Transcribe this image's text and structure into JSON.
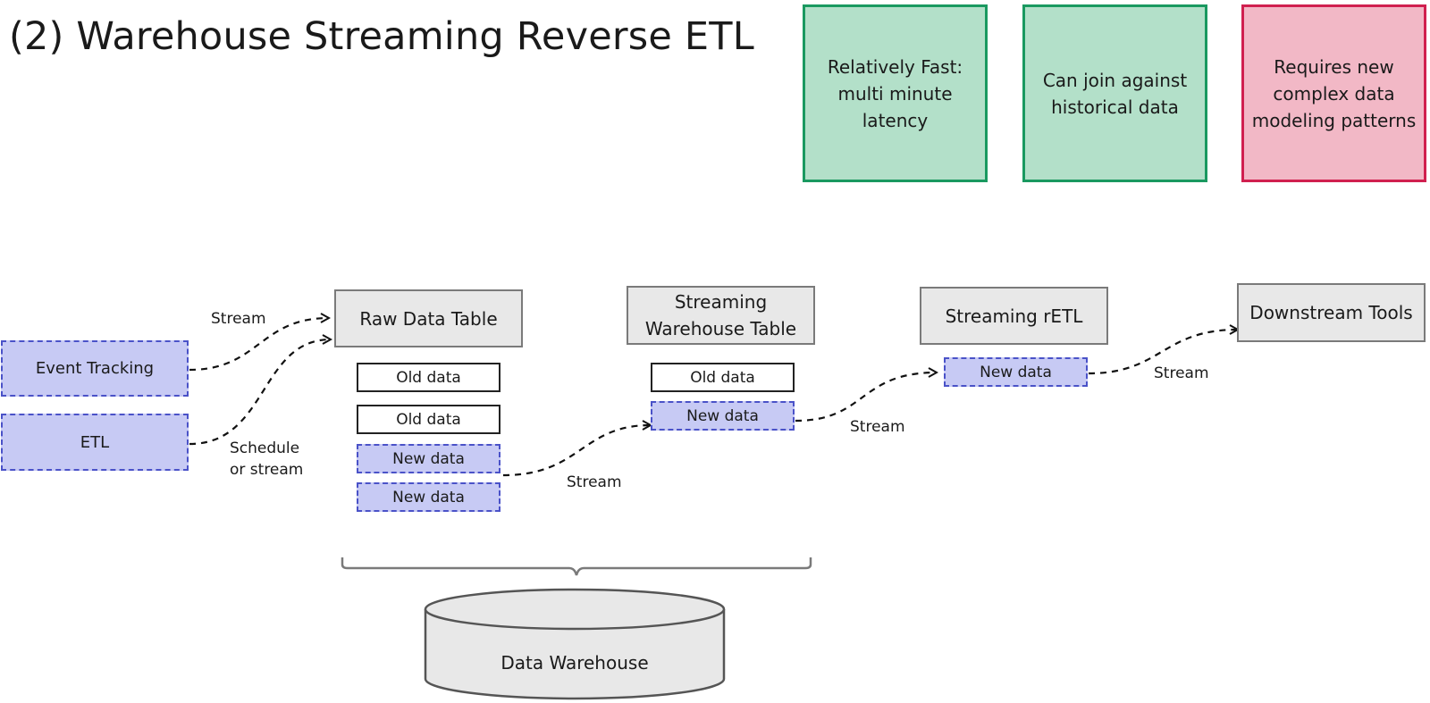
{
  "title": "(2) Warehouse Streaming Reverse ETL",
  "notes": [
    {
      "text": "Relatively Fast:\nmulti minute\nlatency",
      "kind": "pro"
    },
    {
      "text": "Can join against\nhistorical data",
      "kind": "pro"
    },
    {
      "text": "Requires new\ncomplex data\nmodeling patterns",
      "kind": "con"
    }
  ],
  "sources": {
    "event_tracking": "Event Tracking",
    "etl": "ETL"
  },
  "stages": {
    "raw_data_table": "Raw Data Table",
    "streaming_warehouse_table": "Streaming\nWarehouse Table",
    "streaming_retl": "Streaming rETL",
    "downstream_tools": "Downstream Tools"
  },
  "rows": {
    "old": "Old data",
    "new": "New data"
  },
  "edge_labels": {
    "stream": "Stream",
    "schedule_or_stream": "Schedule\nor stream"
  },
  "data_warehouse": "Data Warehouse",
  "colors": {
    "pro_fill": "#b3e0c9",
    "pro_border": "#1a9960",
    "con_fill": "#f2b8c6",
    "con_border": "#d0204f",
    "new_fill": "#c7caf4",
    "new_border": "#4a52c8",
    "stage_fill": "#e8e8e8"
  }
}
